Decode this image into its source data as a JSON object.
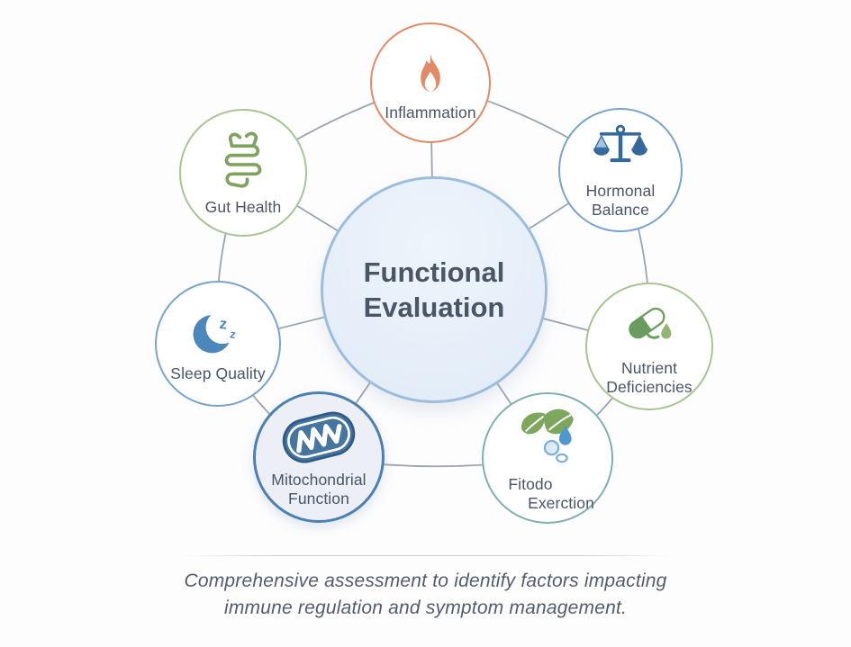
{
  "center": {
    "id": "functional-evaluation",
    "lines": [
      "Functional",
      "Evaluation"
    ]
  },
  "nodes": [
    {
      "id": "inflammation",
      "icon": "flame-icon",
      "lines": [
        "Inflammation"
      ],
      "accent": "#e28a66"
    },
    {
      "id": "hormonal-balance",
      "icon": "scales-icon",
      "lines": [
        "Hormonal",
        "Balance"
      ],
      "accent": "#78a3cd"
    },
    {
      "id": "nutrient-deficiencies",
      "icon": "capsule-icon",
      "lines": [
        "Nutrient",
        "Deficiencies"
      ],
      "accent": "#a8c493"
    },
    {
      "id": "fitodo-exerction",
      "icon": "leaves-drop-icon",
      "lines": [
        "Fitodo",
        "Exerction"
      ],
      "accent": "#7fb0af"
    },
    {
      "id": "mitochondrial-function",
      "icon": "mitochondria-icon",
      "lines": [
        "Mitochondrial",
        "Function"
      ],
      "accent": "#4d7fb0"
    },
    {
      "id": "sleep-quality",
      "icon": "moon-icon",
      "lines": [
        "Sleep Quality"
      ],
      "accent": "#78a3cd"
    },
    {
      "id": "gut-health",
      "icon": "intestines-icon",
      "lines": [
        "Gut Health"
      ],
      "accent": "#a8c493"
    }
  ],
  "caption": {
    "lines": [
      "Comprehensive assessment to identify factors impacting",
      "immune regulation and symptom management."
    ]
  },
  "colors": {
    "bg": "#fdfdfe",
    "text": "#4a5565",
    "caption": "#515c6d",
    "connector": "#9aa5b0",
    "divider": "#ccd2d8",
    "orange": "#e28a66",
    "green": "#a8c493",
    "green-icon": "#7fa35f",
    "blue": "#78a3cd",
    "scale": "#35689d",
    "scale-light": "#a3c4e4",
    "moon": "#4b87bb",
    "pill": "#6b9c5f",
    "pill-light": "#93b474",
    "leaf": "#7ca75d",
    "water": "#4f97d0",
    "bubble": "#7fb0d8",
    "mito": "#46759f",
    "mito-dark": "#2f5a85",
    "mito-node": "#4d7fb0",
    "mito-node-fill": "#ecf0f6",
    "teal": "#7fb0af",
    "center-border": "#9dbddc",
    "center-fill-a": "#eef4fb",
    "center-fill-b": "#e2ecf8"
  }
}
